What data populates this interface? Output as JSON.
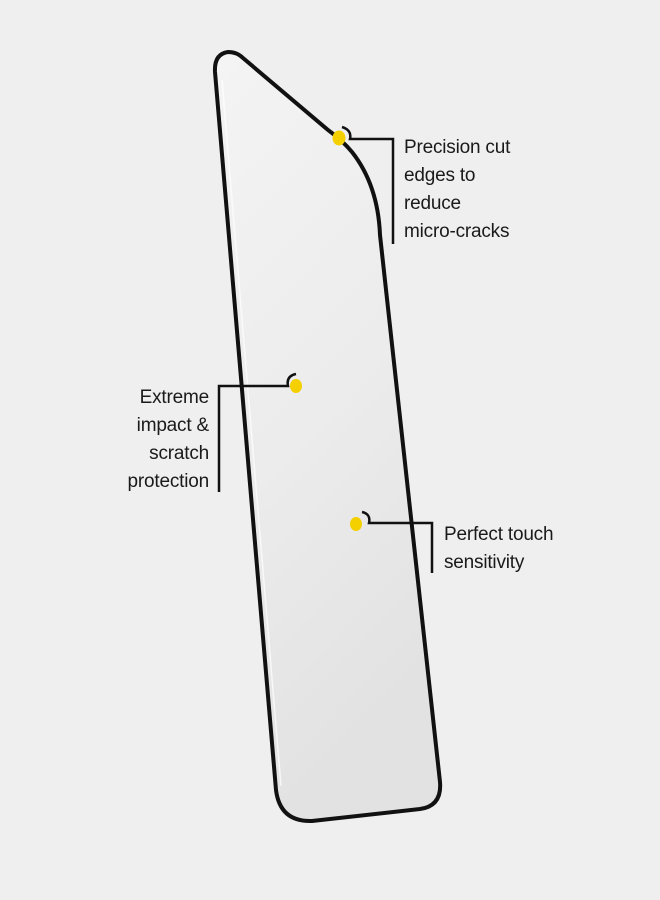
{
  "callouts": {
    "precision": {
      "lines": [
        "Precision cut",
        "edges to",
        "reduce",
        "micro-cracks"
      ]
    },
    "impact": {
      "lines": [
        "Extreme",
        "impact &",
        "scratch",
        "protection"
      ]
    },
    "touch": {
      "lines": [
        "Perfect touch",
        "sensitivity"
      ]
    }
  },
  "colors": {
    "background": "#efefef",
    "outline": "#111111",
    "marker": "#f5d000",
    "text": "#1a1a1a"
  },
  "icons": {
    "marker": "yellow-dot"
  }
}
